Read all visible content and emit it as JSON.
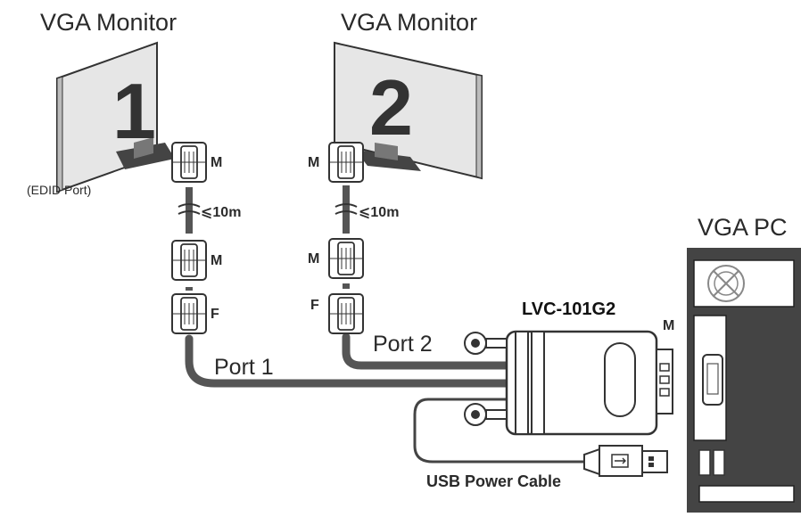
{
  "monitors": [
    {
      "title": "VGA Monitor",
      "number": "1",
      "note": "(EDID Port)"
    },
    {
      "title": "VGA Monitor",
      "number": "2"
    }
  ],
  "pc": {
    "title": "VGA PC"
  },
  "device": {
    "model": "LVC-101G2",
    "connector": "M"
  },
  "cables": {
    "length": "⩽10m",
    "male": "M",
    "female": "F",
    "port1": "Port 1",
    "port2": "Port 2",
    "usb": "USB Power Cable"
  },
  "icons": [
    "monitor-icon",
    "vga-connector-icon",
    "pc-tower-icon",
    "fan-icon",
    "usb-plug-icon"
  ]
}
